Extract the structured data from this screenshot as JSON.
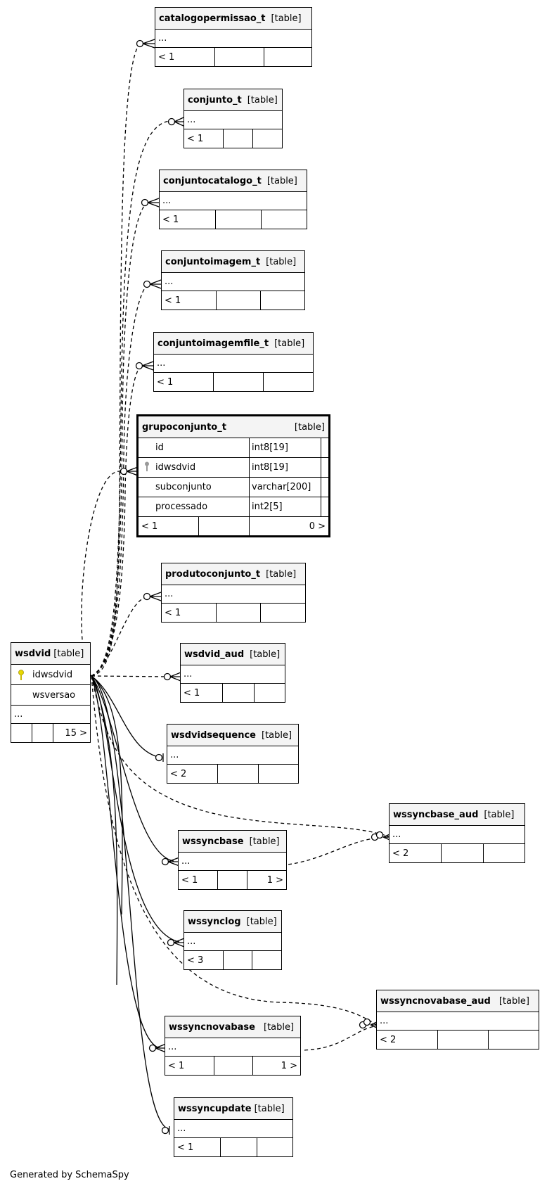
{
  "type_label": "[table]",
  "ellipsis": "...",
  "footer": "Generated by SchemaSpy",
  "tables": {
    "catalogopermissao_t": {
      "name": "catalogopermissao_t",
      "parents": "< 1",
      "children": ""
    },
    "conjunto_t": {
      "name": "conjunto_t",
      "parents": "< 1",
      "children": ""
    },
    "conjuntocatalogo_t": {
      "name": "conjuntocatalogo_t",
      "parents": "< 1",
      "children": ""
    },
    "conjuntoimagem_t": {
      "name": "conjuntoimagem_t",
      "parents": "< 1",
      "children": ""
    },
    "conjuntoimagemfile_t": {
      "name": "conjuntoimagemfile_t",
      "parents": "< 1",
      "children": ""
    },
    "grupoconjunto_t": {
      "name": "grupoconjunto_t",
      "columns": [
        {
          "name": "id",
          "type": "int8[19]"
        },
        {
          "name": "idwsdvid",
          "type": "int8[19]"
        },
        {
          "name": "subconjunto",
          "type": "varchar[200]"
        },
        {
          "name": "processado",
          "type": "int2[5]"
        }
      ],
      "parents": "< 1",
      "children": "0 >"
    },
    "produtoconjunto_t": {
      "name": "produtoconjunto_t",
      "parents": "< 1",
      "children": ""
    },
    "wsdvid": {
      "name": "wsdvid",
      "columns": [
        {
          "name": "idwsdvid"
        },
        {
          "name": "wsversao"
        }
      ],
      "parents": "",
      "children": "15 >"
    },
    "wsdvid_aud": {
      "name": "wsdvid_aud",
      "parents": "< 1",
      "children": ""
    },
    "wsdvidsequence": {
      "name": "wsdvidsequence",
      "parents": "< 2",
      "children": ""
    },
    "wssyncbase_aud": {
      "name": "wssyncbase_aud",
      "parents": "< 2",
      "children": ""
    },
    "wssyncbase": {
      "name": "wssyncbase",
      "parents": "< 1",
      "children": "1 >"
    },
    "wssynclog": {
      "name": "wssynclog",
      "parents": "< 3",
      "children": ""
    },
    "wssyncnovabase_aud": {
      "name": "wssyncnovabase_aud",
      "parents": "< 2",
      "children": ""
    },
    "wssyncnovabase": {
      "name": "wssyncnovabase",
      "parents": "< 1",
      "children": "1 >"
    },
    "wssyncupdate": {
      "name": "wssyncupdate",
      "parents": "< 1",
      "children": ""
    }
  },
  "colors": {
    "header_bg": "#f4f4f4",
    "key_icon": "#e8d800",
    "fk_icon": "#9a9a9a",
    "line": "#000000"
  }
}
